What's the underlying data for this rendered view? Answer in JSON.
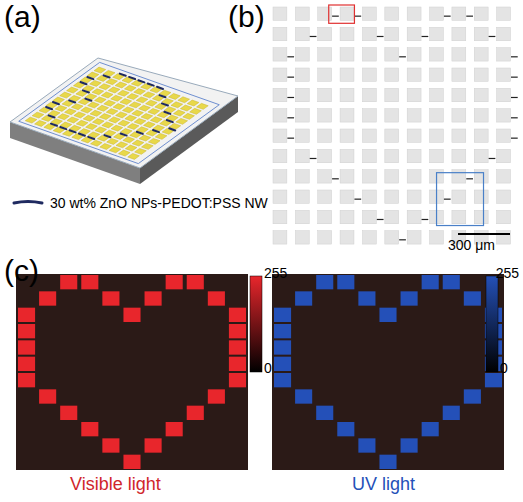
{
  "diagram": {
    "labels": [
      "(a)",
      "(b)",
      "(c)",
      "300 μm",
      "255",
      "0",
      "255",
      "0",
      "Visible light",
      "UV light"
    ],
    "legend": [
      {
        "text": "30 wt% ZnO NPs-PEDOT:PSS NW"
      }
    ]
  }
}
